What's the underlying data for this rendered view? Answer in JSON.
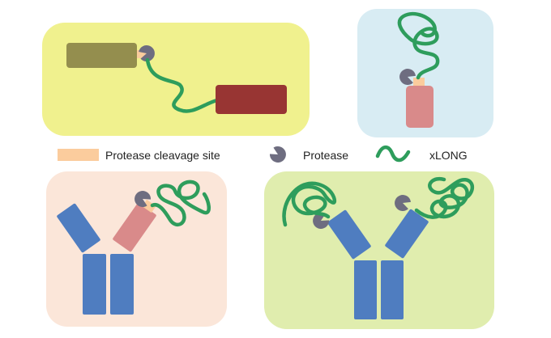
{
  "legend": {
    "cleavage_label": "Protease cleavage site",
    "protease_label": "Protease",
    "xlong_label": "xLONG"
  },
  "colors": {
    "panel_yellow": "#f0f18e",
    "panel_blue": "#d8ecf3",
    "panel_peach": "#fbe6d9",
    "panel_green": "#e0edae",
    "cleavage_site": "#fbcc9d",
    "protease": "#6e6d80",
    "xlong": "#2e9d5c",
    "antibody_blue": "#4f7dc0",
    "payload_pink": "#d98a8a",
    "olive_domain": "#948e4e",
    "dark_red_domain": "#983533"
  },
  "icons": [
    "protease-pacman-icon",
    "xlong-wave-icon",
    "cleavage-site-swatch"
  ]
}
